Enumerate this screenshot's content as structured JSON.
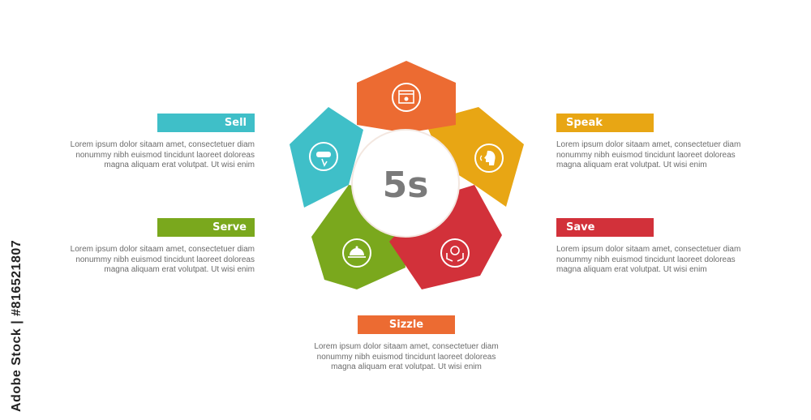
{
  "center_label": "5s",
  "items": [
    {
      "key": "sell",
      "title": "Sell",
      "color": "#3fbfc8",
      "icon": "sell-tag-hand-icon",
      "lines": [
        "Lorem ipsum dolor sitaam amet, consectetuer diam",
        "nonummy  nibh euismod tincidunt laoreet doloreas",
        "magna aliquam erat volutpat. Ut wisi enim"
      ]
    },
    {
      "key": "speak",
      "title": "Speak",
      "color": "#e8a614",
      "icon": "speaking-head-icon",
      "lines": [
        "Lorem ipsum dolor sitaam amet, consectetuer diam",
        "nonummy  nibh euismod tincidunt laoreet doloreas",
        "magna aliquam erat volutpat. Ut wisi enim"
      ]
    },
    {
      "key": "serve",
      "title": "Serve",
      "color": "#7aa81d",
      "icon": "serving-cloche-icon",
      "lines": [
        "Lorem ipsum dolor sitaam amet, consectetuer diam",
        "nonummy  nibh euismod tincidunt laoreet doloreas",
        "magna aliquam erat volutpat. Ut wisi enim"
      ]
    },
    {
      "key": "save",
      "title": "Save",
      "color": "#d2313a",
      "icon": "hands-coin-icon",
      "lines": [
        "Lorem ipsum dolor sitaam amet, consectetuer diam",
        "nonummy  nibh euismod tincidunt laoreet doloreas",
        "magna aliquam erat volutpat. Ut wisi enim"
      ]
    },
    {
      "key": "sizzle",
      "title": "Sizzle",
      "color": "#ec6b32",
      "icon": "browser-window-icon",
      "lines": [
        "Lorem ipsum dolor sitaam amet, consectetuer diam",
        "nonummy  nibh euismod tincidunt laoreet doloreas",
        "magna aliquam erat volutpat. Ut wisi enim"
      ]
    }
  ],
  "watermark": "Adobe Stock | #816521807"
}
